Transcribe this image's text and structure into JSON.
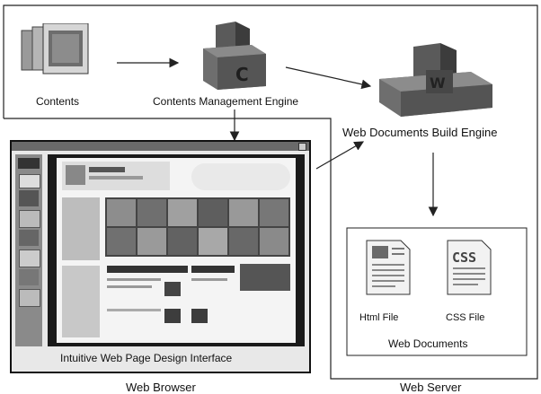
{
  "labels": {
    "contents": "Contents",
    "cme": "Contents Management Engine",
    "wdbe": "Web Documents Build Engine",
    "html_file": "Html File",
    "css_file": "CSS File",
    "web_documents": "Web Documents",
    "design_interface": "Intuitive Web Page Design Interface",
    "web_browser": "Web Browser",
    "web_server": "Web Server"
  },
  "icons": {
    "contents": "stacked-pages-icon",
    "cme": "c-block-icon",
    "wdbe": "w-block-icon",
    "html": "html-document-icon",
    "css": "css-document-icon"
  },
  "doc_icon_text": {
    "css": "CSS"
  },
  "colors": {
    "line": "#222222",
    "block": "#4a4a4a",
    "frame": "#111111"
  }
}
